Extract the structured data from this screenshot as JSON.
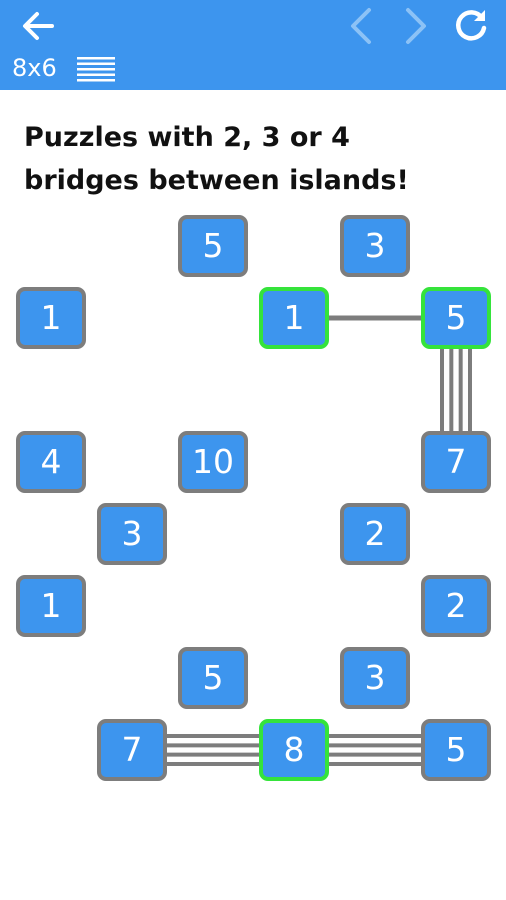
{
  "appbar": {
    "back_icon": "arrow-left-icon",
    "prev_icon": "chevron-left-icon",
    "next_icon": "chevron-right-icon",
    "restart_icon": "refresh-icon",
    "menu_icon": "menu-lines-icon",
    "size_label": "8x6"
  },
  "headline": {
    "line1": "Puzzles with 2, 3 or 4",
    "line2": "bridges between islands!"
  },
  "colors": {
    "appbar": "#3d95ee",
    "island_fill": "#3d95ee",
    "island_border": "#7d7d7d",
    "island_selected_border": "#35e33b",
    "bridge": "#7d7d7d",
    "disabled_nav": "#8cc2f6"
  },
  "board": {
    "columns": 6,
    "rows": 8,
    "islands": [
      {
        "id": "a",
        "col": 2,
        "row": 0,
        "value": "5",
        "selected": false
      },
      {
        "id": "b",
        "col": 4,
        "row": 0,
        "value": "3",
        "selected": false
      },
      {
        "id": "c",
        "col": 0,
        "row": 1,
        "value": "1",
        "selected": false
      },
      {
        "id": "d",
        "col": 3,
        "row": 1,
        "value": "1",
        "selected": true
      },
      {
        "id": "e",
        "col": 5,
        "row": 1,
        "value": "5",
        "selected": true
      },
      {
        "id": "f",
        "col": 0,
        "row": 3,
        "value": "4",
        "selected": false
      },
      {
        "id": "g",
        "col": 2,
        "row": 3,
        "value": "10",
        "selected": false
      },
      {
        "id": "h",
        "col": 5,
        "row": 3,
        "value": "7",
        "selected": false
      },
      {
        "id": "i",
        "col": 1,
        "row": 4,
        "value": "3",
        "selected": false
      },
      {
        "id": "j",
        "col": 4,
        "row": 4,
        "value": "2",
        "selected": false
      },
      {
        "id": "k",
        "col": 0,
        "row": 5,
        "value": "1",
        "selected": false
      },
      {
        "id": "l",
        "col": 5,
        "row": 5,
        "value": "2",
        "selected": false
      },
      {
        "id": "m",
        "col": 2,
        "row": 6,
        "value": "5",
        "selected": false
      },
      {
        "id": "n",
        "col": 4,
        "row": 6,
        "value": "3",
        "selected": false
      },
      {
        "id": "o",
        "col": 1,
        "row": 7,
        "value": "7",
        "selected": false
      },
      {
        "id": "p",
        "col": 3,
        "row": 7,
        "value": "8",
        "selected": true
      },
      {
        "id": "q",
        "col": 5,
        "row": 7,
        "value": "5",
        "selected": false
      }
    ],
    "bridges": [
      {
        "from": "d",
        "to": "e",
        "count": 1
      },
      {
        "from": "e",
        "to": "h",
        "count": 4
      },
      {
        "from": "o",
        "to": "p",
        "count": 4
      },
      {
        "from": "p",
        "to": "q",
        "count": 4
      }
    ]
  }
}
